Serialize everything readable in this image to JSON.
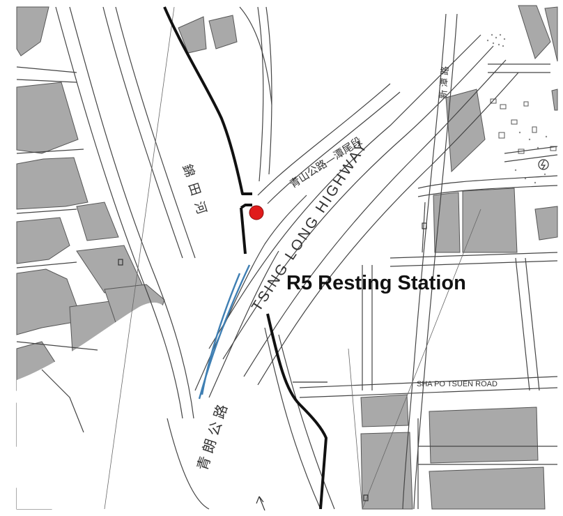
{
  "map": {
    "station_label": "R5 Resting Station",
    "roads": {
      "tsing_long_highway": "TSING LONG HIGHWAY",
      "sha_po_tsuen_road": "SHA PO TSUEN ROAD",
      "castle_peak_road": "青山公路—潭尾段",
      "tsing_long_road_cn": "青朗公路",
      "san_tam_road": "新潭路"
    },
    "river_label": "錦田河"
  },
  "colors": {
    "block": "#a9a9a9",
    "road_edge": "#444444",
    "route": "#111111",
    "cycle_track": "#3f7fb3",
    "station_marker": "#e01b1b"
  }
}
